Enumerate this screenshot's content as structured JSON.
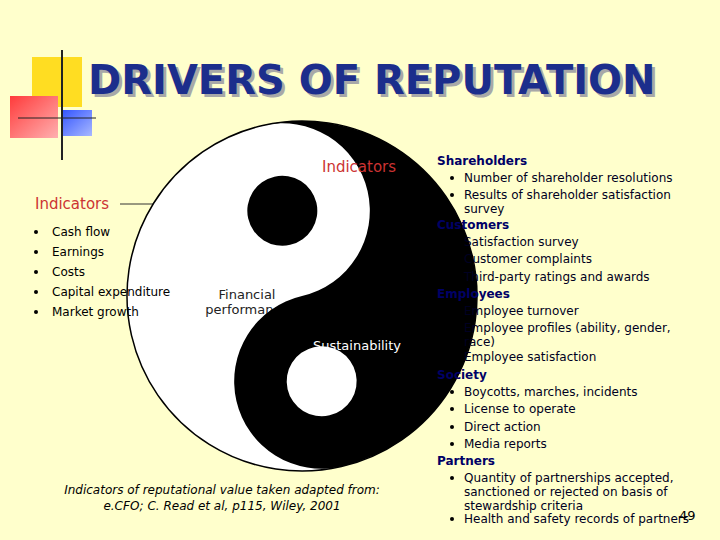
{
  "diagram": {
    "title": "DRIVERS OF REPUTATION",
    "caption": "Indicators of reputational value taken adapted from: e.CFO; C. Read et al, p115, Wiley, 2001",
    "nodes": [
      {
        "text": [
          "Financial performance"
        ]
      },
      {
        "text": [
          "Sustainability"
        ]
      }
    ],
    "labels": [
      "Indicators",
      "Cash flow",
      "Earnings",
      "Costs",
      "Capital expenditure",
      "Market growth",
      "Indicators",
      "Shareholders",
      "Number of shareholder resolutions",
      "Results of shareholder satisfaction survey",
      "Customers",
      "Satisfaction survey",
      "Customer complaints",
      "Third-party ratings and awards",
      "Employees",
      "Employee turnover",
      "Employee profiles (ability, gender, race)",
      "Employee satisfaction",
      "Society",
      "Boycotts, marches, incidents",
      "License to operate",
      "Direct action",
      "Media reports",
      "Partners",
      "Quantity of partnerships accepted, sanctioned or rejected on basis of stewardship criteria",
      "Health and safety records of partners",
      "49"
    ]
  }
}
